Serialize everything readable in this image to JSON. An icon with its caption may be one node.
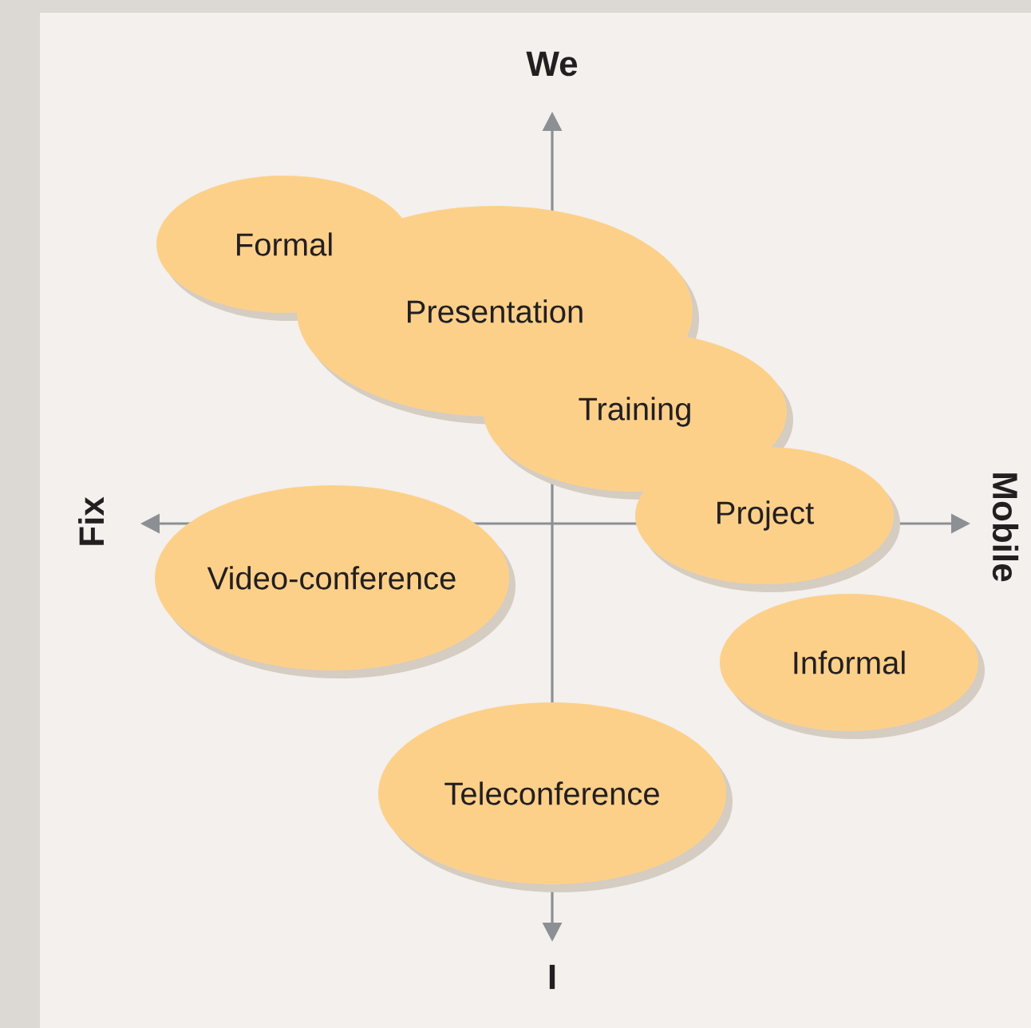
{
  "diagram": {
    "nodes": [
      {
        "text": [
          "Formal"
        ]
      },
      {
        "text": [
          "Presentation"
        ]
      },
      {
        "text": [
          "Training"
        ]
      },
      {
        "text": [
          "Project"
        ]
      },
      {
        "text": [
          "Video-conference"
        ]
      },
      {
        "text": [
          "Informal"
        ]
      },
      {
        "text": [
          "Teleconference"
        ]
      }
    ],
    "labels": [
      "We",
      "Fix",
      "Mobile",
      "I"
    ]
  }
}
